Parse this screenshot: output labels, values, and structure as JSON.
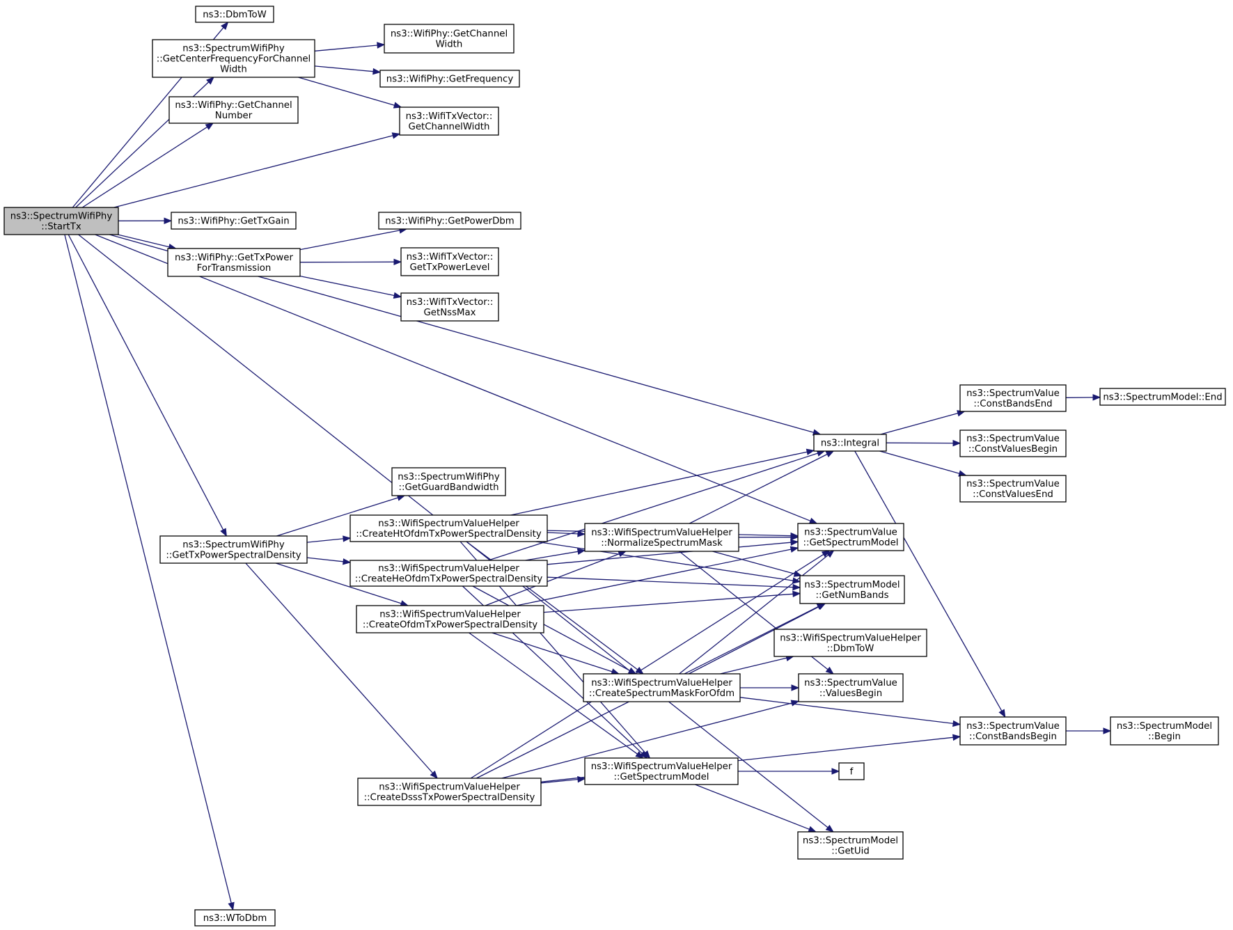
{
  "nodes": [
    {
      "id": "start_tx",
      "root": true,
      "lines": [
        "ns3::SpectrumWifiPhy",
        "::StartTx"
      ]
    },
    {
      "id": "dbm_to_w",
      "lines": [
        "ns3::DbmToW"
      ]
    },
    {
      "id": "get_center_freq",
      "lines": [
        "ns3::SpectrumWifiPhy",
        "::GetCenterFrequencyForChannel",
        "Width"
      ]
    },
    {
      "id": "phy_get_channel_width",
      "lines": [
        "ns3::WifiPhy::GetChannel",
        "Width"
      ]
    },
    {
      "id": "phy_get_frequency",
      "lines": [
        "ns3::WifiPhy::GetFrequency"
      ]
    },
    {
      "id": "phy_get_channel_number",
      "lines": [
        "ns3::WifiPhy::GetChannel",
        "Number"
      ]
    },
    {
      "id": "txvec_get_channel_width",
      "lines": [
        "ns3::WifiTxVector::",
        "GetChannelWidth"
      ]
    },
    {
      "id": "get_tx_gain",
      "lines": [
        "ns3::WifiPhy::GetTxGain"
      ]
    },
    {
      "id": "get_tx_power_for_tx",
      "lines": [
        "ns3::WifiPhy::GetTxPower",
        "ForTransmission"
      ]
    },
    {
      "id": "get_power_dbm",
      "lines": [
        "ns3::WifiPhy::GetPowerDbm"
      ]
    },
    {
      "id": "get_tx_power_level",
      "lines": [
        "ns3::WifiTxVector::",
        "GetTxPowerLevel"
      ]
    },
    {
      "id": "get_nss_max",
      "lines": [
        "ns3::WifiTxVector::",
        "GetNssMax"
      ]
    },
    {
      "id": "integral",
      "lines": [
        "ns3::Integral"
      ]
    },
    {
      "id": "const_bands_end",
      "lines": [
        "ns3::SpectrumValue",
        "::ConstBandsEnd"
      ]
    },
    {
      "id": "model_end",
      "lines": [
        "ns3::SpectrumModel::End"
      ]
    },
    {
      "id": "const_values_begin",
      "lines": [
        "ns3::SpectrumValue",
        "::ConstValuesBegin"
      ]
    },
    {
      "id": "const_values_end",
      "lines": [
        "ns3::SpectrumValue",
        "::ConstValuesEnd"
      ]
    },
    {
      "id": "get_guard_bandwidth",
      "lines": [
        "ns3::SpectrumWifiPhy",
        "::GetGuardBandwidth"
      ]
    },
    {
      "id": "get_tx_psd",
      "lines": [
        "ns3::SpectrumWifiPhy",
        "::GetTxPowerSpectralDensity"
      ]
    },
    {
      "id": "create_ht",
      "lines": [
        "ns3::WifiSpectrumValueHelper",
        "::CreateHtOfdmTxPowerSpectralDensity"
      ]
    },
    {
      "id": "create_he",
      "lines": [
        "ns3::WifiSpectrumValueHelper",
        "::CreateHeOfdmTxPowerSpectralDensity"
      ]
    },
    {
      "id": "create_ofdm",
      "lines": [
        "ns3::WifiSpectrumValueHelper",
        "::CreateOfdmTxPowerSpectralDensity"
      ]
    },
    {
      "id": "normalize_mask",
      "lines": [
        "ns3::WifiSpectrumValueHelper",
        "::NormalizeSpectrumMask"
      ]
    },
    {
      "id": "sv_get_spectrum_model",
      "lines": [
        "ns3::SpectrumValue",
        "::GetSpectrumModel"
      ]
    },
    {
      "id": "get_num_bands",
      "lines": [
        "ns3::SpectrumModel",
        "::GetNumBands"
      ]
    },
    {
      "id": "helper_dbm_to_w",
      "lines": [
        "ns3::WifiSpectrumValueHelper",
        "::DbmToW"
      ]
    },
    {
      "id": "create_mask_ofdm",
      "lines": [
        "ns3::WifiSpectrumValueHelper",
        "::CreateSpectrumMaskForOfdm"
      ]
    },
    {
      "id": "values_begin",
      "lines": [
        "ns3::SpectrumValue",
        "::ValuesBegin"
      ]
    },
    {
      "id": "const_bands_begin",
      "lines": [
        "ns3::SpectrumValue",
        "::ConstBandsBegin"
      ]
    },
    {
      "id": "model_begin",
      "lines": [
        "ns3::SpectrumModel",
        "::Begin"
      ]
    },
    {
      "id": "helper_get_spectrum_model",
      "lines": [
        "ns3::WifiSpectrumValueHelper",
        "::GetSpectrumModel"
      ]
    },
    {
      "id": "f",
      "lines": [
        "f"
      ]
    },
    {
      "id": "create_dsss",
      "lines": [
        "ns3::WifiSpectrumValueHelper",
        "::CreateDsssTxPowerSpectralDensity"
      ]
    },
    {
      "id": "get_uid",
      "lines": [
        "ns3::SpectrumModel",
        "::GetUid"
      ]
    },
    {
      "id": "w_to_dbm",
      "lines": [
        "ns3::WToDbm"
      ]
    }
  ],
  "edges": [
    [
      "start_tx",
      "dbm_to_w"
    ],
    [
      "start_tx",
      "get_center_freq"
    ],
    [
      "start_tx",
      "phy_get_channel_number"
    ],
    [
      "start_tx",
      "txvec_get_channel_width"
    ],
    [
      "start_tx",
      "integral"
    ],
    [
      "start_tx",
      "get_tx_gain"
    ],
    [
      "start_tx",
      "get_tx_power_for_tx"
    ],
    [
      "start_tx",
      "sv_get_spectrum_model"
    ],
    [
      "start_tx",
      "get_tx_psd"
    ],
    [
      "start_tx",
      "get_uid"
    ],
    [
      "start_tx",
      "w_to_dbm"
    ],
    [
      "get_center_freq",
      "phy_get_channel_width"
    ],
    [
      "get_center_freq",
      "phy_get_frequency"
    ],
    [
      "get_center_freq",
      "txvec_get_channel_width"
    ],
    [
      "get_tx_power_for_tx",
      "get_power_dbm"
    ],
    [
      "get_tx_power_for_tx",
      "get_tx_power_level"
    ],
    [
      "get_tx_power_for_tx",
      "get_nss_max"
    ],
    [
      "integral",
      "const_bands_end"
    ],
    [
      "integral",
      "const_values_begin"
    ],
    [
      "integral",
      "const_values_end"
    ],
    [
      "integral",
      "const_bands_begin"
    ],
    [
      "const_bands_end",
      "model_end"
    ],
    [
      "get_tx_psd",
      "get_guard_bandwidth"
    ],
    [
      "get_tx_psd",
      "create_ht"
    ],
    [
      "get_tx_psd",
      "create_he"
    ],
    [
      "get_tx_psd",
      "create_ofdm"
    ],
    [
      "get_tx_psd",
      "create_dsss"
    ],
    [
      "create_ht",
      "integral"
    ],
    [
      "create_ht",
      "normalize_mask"
    ],
    [
      "create_ht",
      "sv_get_spectrum_model"
    ],
    [
      "create_ht",
      "get_num_bands"
    ],
    [
      "create_ht",
      "create_mask_ofdm"
    ],
    [
      "create_ht",
      "helper_get_spectrum_model"
    ],
    [
      "create_he",
      "integral"
    ],
    [
      "create_he",
      "normalize_mask"
    ],
    [
      "create_he",
      "sv_get_spectrum_model"
    ],
    [
      "create_he",
      "get_num_bands"
    ],
    [
      "create_he",
      "create_mask_ofdm"
    ],
    [
      "create_he",
      "helper_get_spectrum_model"
    ],
    [
      "create_ofdm",
      "normalize_mask"
    ],
    [
      "create_ofdm",
      "sv_get_spectrum_model"
    ],
    [
      "create_ofdm",
      "get_num_bands"
    ],
    [
      "create_ofdm",
      "create_mask_ofdm"
    ],
    [
      "create_ofdm",
      "helper_get_spectrum_model"
    ],
    [
      "normalize_mask",
      "integral"
    ],
    [
      "normalize_mask",
      "sv_get_spectrum_model"
    ],
    [
      "normalize_mask",
      "get_num_bands"
    ],
    [
      "normalize_mask",
      "values_begin"
    ],
    [
      "create_mask_ofdm",
      "sv_get_spectrum_model"
    ],
    [
      "create_mask_ofdm",
      "get_num_bands"
    ],
    [
      "create_mask_ofdm",
      "helper_dbm_to_w"
    ],
    [
      "create_mask_ofdm",
      "values_begin"
    ],
    [
      "create_mask_ofdm",
      "const_bands_begin"
    ],
    [
      "const_bands_begin",
      "model_begin"
    ],
    [
      "helper_get_spectrum_model",
      "f"
    ],
    [
      "helper_get_spectrum_model",
      "get_uid"
    ],
    [
      "create_dsss",
      "helper_get_spectrum_model"
    ],
    [
      "create_dsss",
      "sv_get_spectrum_model"
    ],
    [
      "create_dsss",
      "get_num_bands"
    ],
    [
      "create_dsss",
      "values_begin"
    ],
    [
      "create_dsss",
      "const_bands_begin"
    ]
  ],
  "colors": {
    "edge": "#191970",
    "root_fill": "#bfbfbf",
    "node_fill": "#ffffff",
    "border": "#000000"
  }
}
